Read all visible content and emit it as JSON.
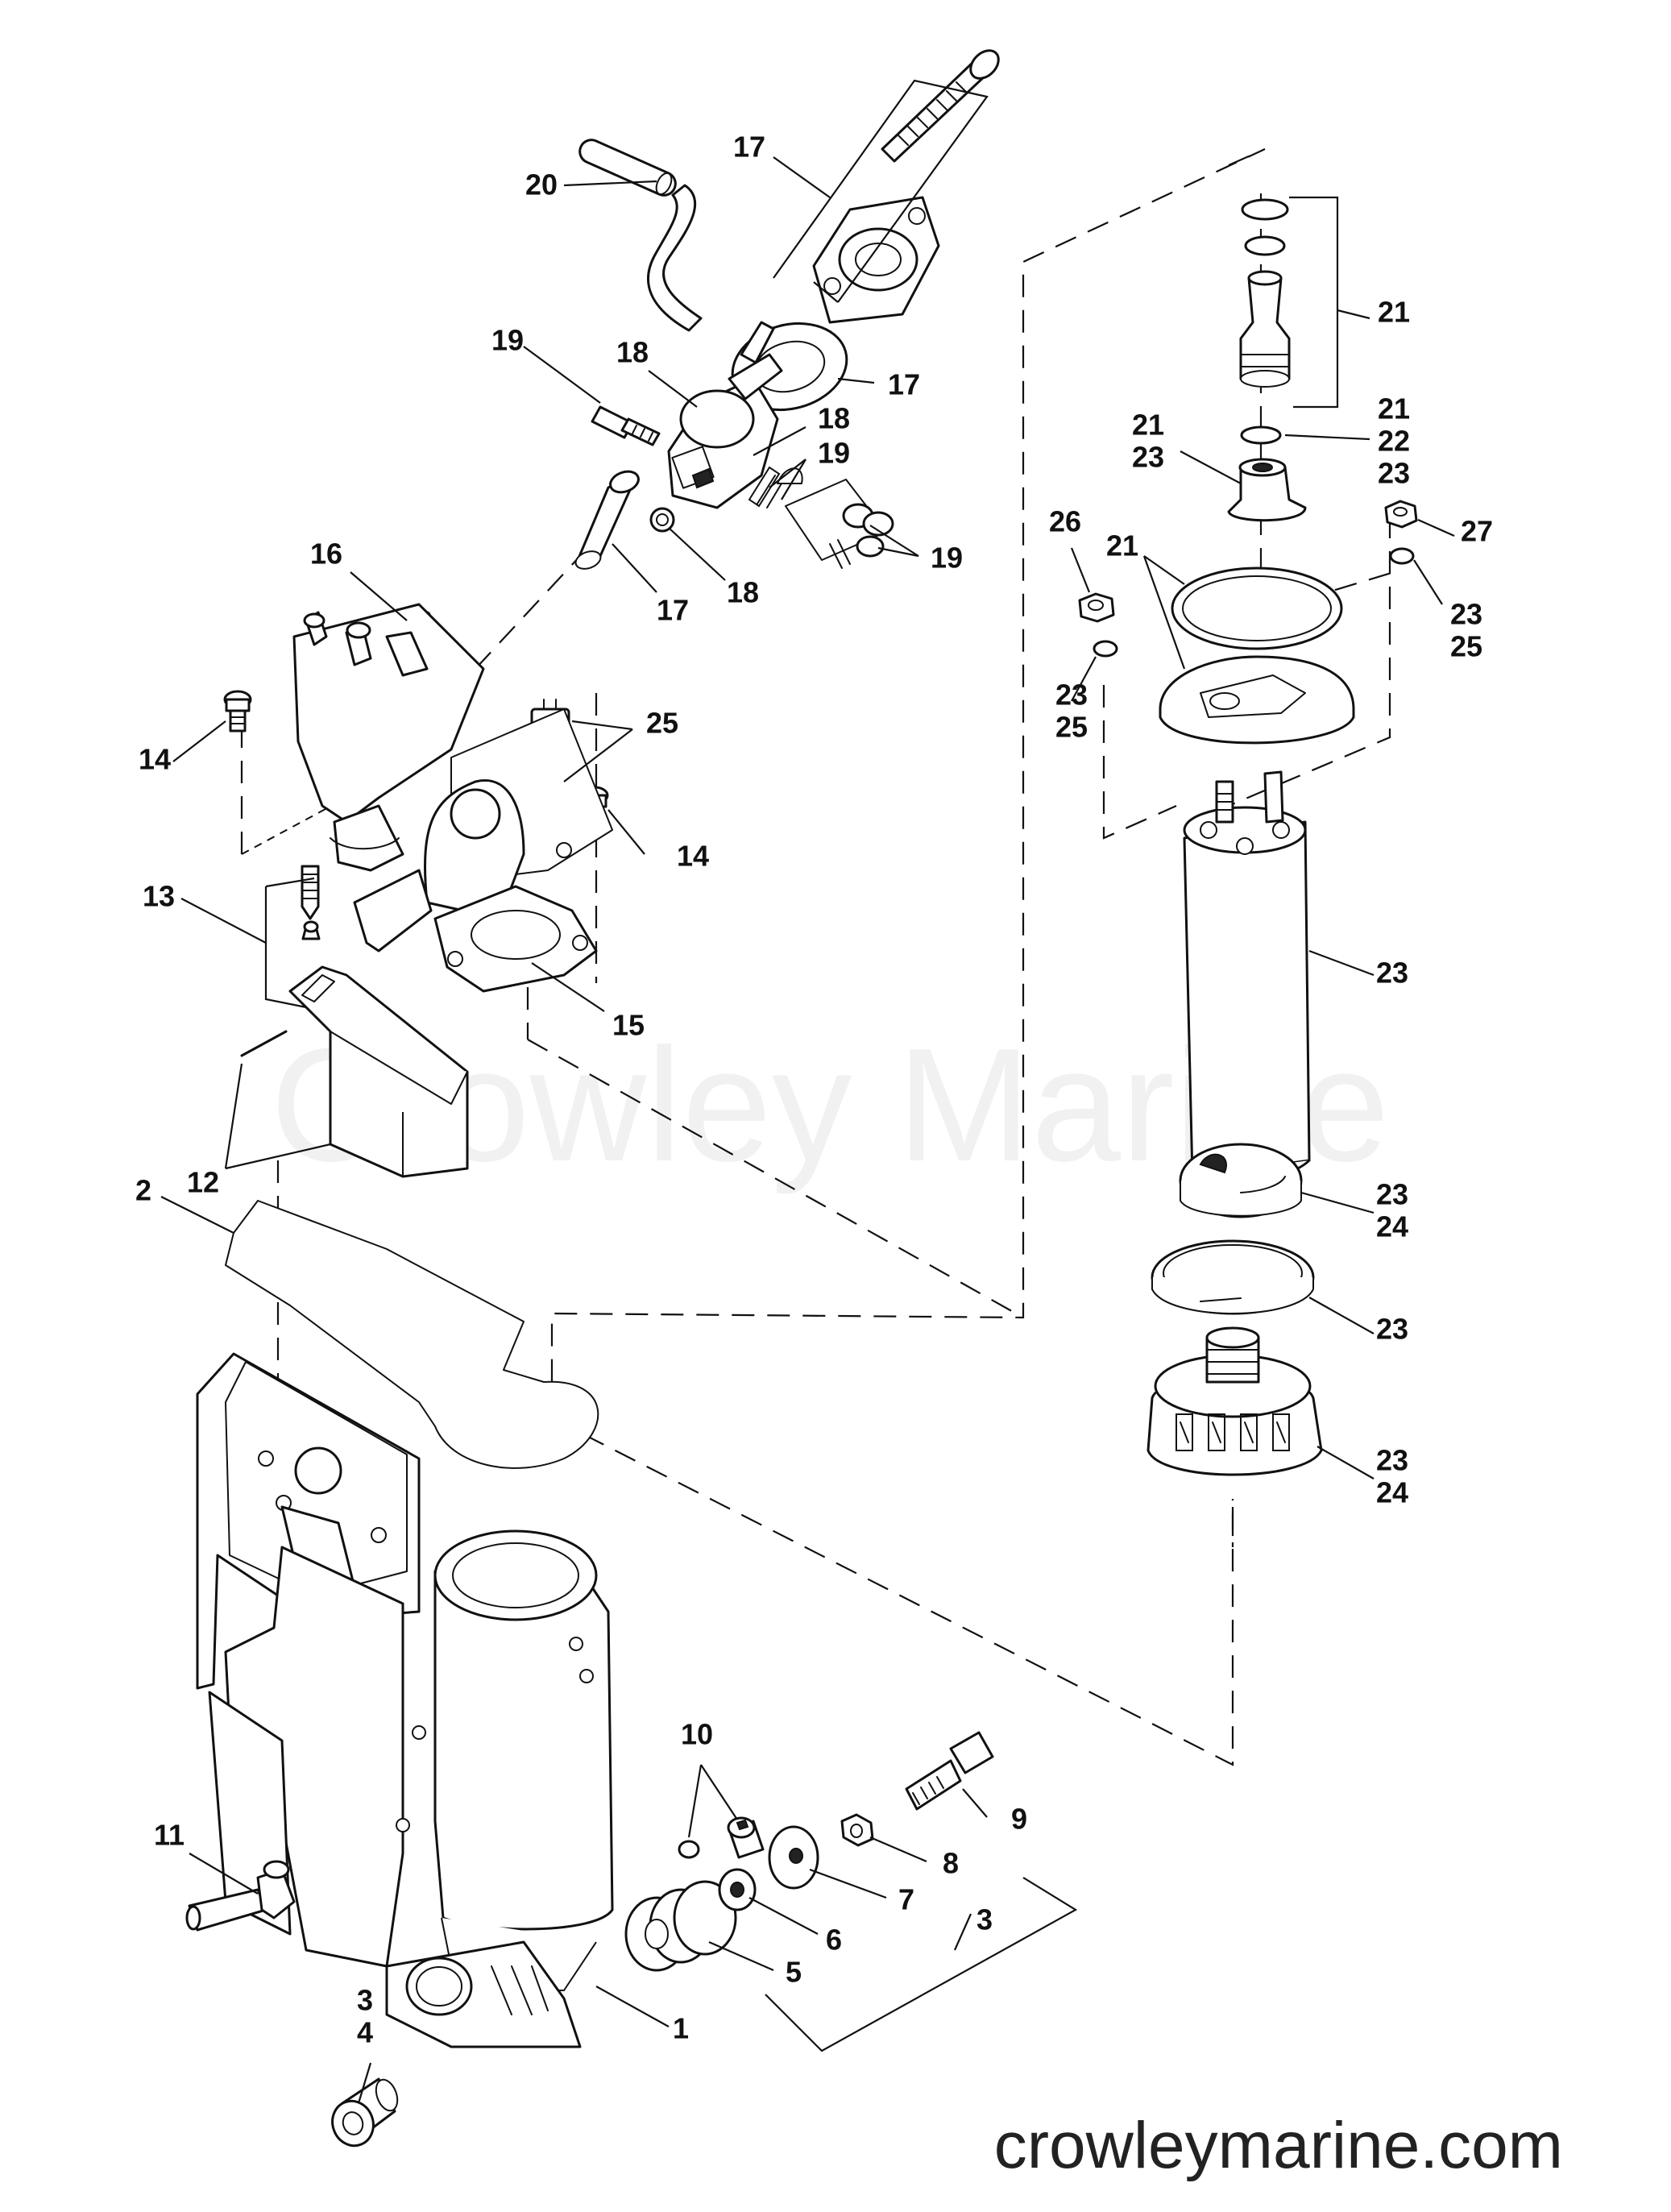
{
  "watermark": "Crowley Marine",
  "site_url": "crowleymarine.com",
  "callouts": [
    {
      "id": "c1",
      "lines": [
        "1"
      ]
    },
    {
      "id": "c2",
      "lines": [
        "2"
      ]
    },
    {
      "id": "c3a",
      "lines": [
        "3"
      ]
    },
    {
      "id": "c3b",
      "lines": [
        "3",
        "4"
      ]
    },
    {
      "id": "c5",
      "lines": [
        "5"
      ]
    },
    {
      "id": "c6",
      "lines": [
        "6"
      ]
    },
    {
      "id": "c7",
      "lines": [
        "7"
      ]
    },
    {
      "id": "c8",
      "lines": [
        "8"
      ]
    },
    {
      "id": "c9",
      "lines": [
        "9"
      ]
    },
    {
      "id": "c10",
      "lines": [
        "10"
      ]
    },
    {
      "id": "c11",
      "lines": [
        "11"
      ]
    },
    {
      "id": "c12",
      "lines": [
        "12"
      ]
    },
    {
      "id": "c13",
      "lines": [
        "13"
      ]
    },
    {
      "id": "c14a",
      "lines": [
        "14"
      ]
    },
    {
      "id": "c14b",
      "lines": [
        "14"
      ]
    },
    {
      "id": "c15",
      "lines": [
        "15"
      ]
    },
    {
      "id": "c16",
      "lines": [
        "16"
      ]
    },
    {
      "id": "c17a",
      "lines": [
        "17"
      ]
    },
    {
      "id": "c17b",
      "lines": [
        "17"
      ]
    },
    {
      "id": "c17c",
      "lines": [
        "17"
      ]
    },
    {
      "id": "c18a",
      "lines": [
        "18"
      ]
    },
    {
      "id": "c18b",
      "lines": [
        "18"
      ]
    },
    {
      "id": "c18c",
      "lines": [
        "18"
      ]
    },
    {
      "id": "c19a",
      "lines": [
        "19"
      ]
    },
    {
      "id": "c19b",
      "lines": [
        "19"
      ]
    },
    {
      "id": "c19c",
      "lines": [
        "19"
      ]
    },
    {
      "id": "c20",
      "lines": [
        "20"
      ]
    },
    {
      "id": "c21a",
      "lines": [
        "21"
      ]
    },
    {
      "id": "c21b",
      "lines": [
        "21",
        "23"
      ]
    },
    {
      "id": "c21c",
      "lines": [
        "21"
      ]
    },
    {
      "id": "c21d",
      "lines": [
        "21",
        "22",
        "23"
      ]
    },
    {
      "id": "c23a",
      "lines": [
        "23",
        "25"
      ]
    },
    {
      "id": "c23b",
      "lines": [
        "23",
        "25"
      ]
    },
    {
      "id": "c23c",
      "lines": [
        "23"
      ]
    },
    {
      "id": "c23d",
      "lines": [
        "23",
        "24"
      ]
    },
    {
      "id": "c23e",
      "lines": [
        "23"
      ]
    },
    {
      "id": "c23f",
      "lines": [
        "23",
        "24"
      ]
    },
    {
      "id": "c25",
      "lines": [
        "25"
      ]
    },
    {
      "id": "c26",
      "lines": [
        "26"
      ]
    },
    {
      "id": "c27",
      "lines": [
        "27"
      ]
    }
  ]
}
